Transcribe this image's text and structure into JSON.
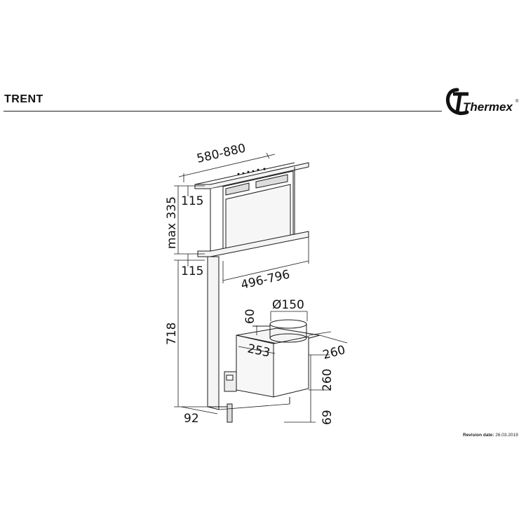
{
  "header": {
    "title": "TRENT"
  },
  "logo": {
    "brand": "Thermex",
    "mark": "®"
  },
  "dimensions": {
    "width_range": "580-880",
    "top_height": "115",
    "max_extension": "max 335",
    "lower_height": "115",
    "inner_width": "496-796",
    "duct_diameter": "Ø150",
    "spigot_height": "60",
    "motor_width": "253",
    "motor_depth": "260",
    "motor_height": "260",
    "total_height": "718",
    "body_depth": "92",
    "foot_height": "69"
  },
  "footer": {
    "revision_label": "Revision date:",
    "revision_date": "26.03.2019"
  },
  "colors": {
    "line": "#1a1a1a",
    "panel": "#f4f4f4"
  }
}
